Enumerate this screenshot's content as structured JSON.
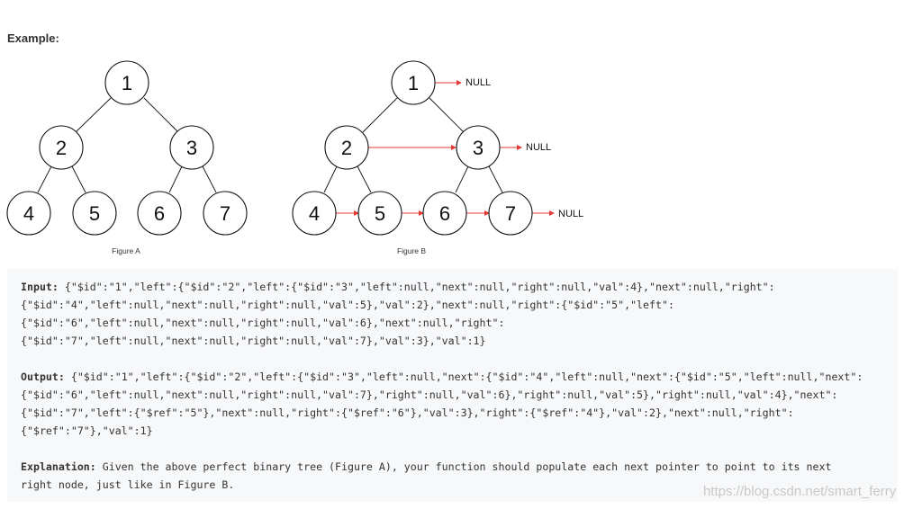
{
  "heading": "Example:",
  "figure_a": {
    "caption": "Figure A",
    "nodes": [
      "1",
      "2",
      "3",
      "4",
      "5",
      "6",
      "7"
    ]
  },
  "figure_b": {
    "caption": "Figure B",
    "nodes": [
      "1",
      "2",
      "3",
      "4",
      "5",
      "6",
      "7"
    ],
    "null_labels": [
      "NULL",
      "NULL",
      "NULL"
    ]
  },
  "input": {
    "label": "Input:",
    "lines": [
      " {\"$id\":\"1\",\"left\":{\"$id\":\"2\",\"left\":{\"$id\":\"3\",\"left\":null,\"next\":null,\"right\":null,\"val\":4},\"next\":null,\"right\":",
      "{\"$id\":\"4\",\"left\":null,\"next\":null,\"right\":null,\"val\":5},\"val\":2},\"next\":null,\"right\":{\"$id\":\"5\",\"left\":",
      "{\"$id\":\"6\",\"left\":null,\"next\":null,\"right\":null,\"val\":6},\"next\":null,\"right\":",
      "{\"$id\":\"7\",\"left\":null,\"next\":null,\"right\":null,\"val\":7},\"val\":3},\"val\":1}"
    ]
  },
  "output": {
    "label": "Output:",
    "lines": [
      " {\"$id\":\"1\",\"left\":{\"$id\":\"2\",\"left\":{\"$id\":\"3\",\"left\":null,\"next\":{\"$id\":\"4\",\"left\":null,\"next\":{\"$id\":\"5\",\"left\":null,\"next\":",
      "{\"$id\":\"6\",\"left\":null,\"next\":null,\"right\":null,\"val\":7},\"right\":null,\"val\":6},\"right\":null,\"val\":5},\"right\":null,\"val\":4},\"next\":",
      "{\"$id\":\"7\",\"left\":{\"$ref\":\"5\"},\"next\":null,\"right\":{\"$ref\":\"6\"},\"val\":3},\"right\":{\"$ref\":\"4\"},\"val\":2},\"next\":null,\"right\":",
      "{\"$ref\":\"7\"},\"val\":1}"
    ]
  },
  "explanation": {
    "label": "Explanation:",
    "lines": [
      " Given the above perfect binary tree (Figure A), your function should populate each next pointer to point to its next",
      "right node, just like in Figure B."
    ]
  },
  "watermark": "https://blog.csdn.net/smart_ferry",
  "colors": {
    "next_pointer": "#e53935",
    "code_background": "#f7f8fa",
    "watermark": "#c8c8c8"
  }
}
